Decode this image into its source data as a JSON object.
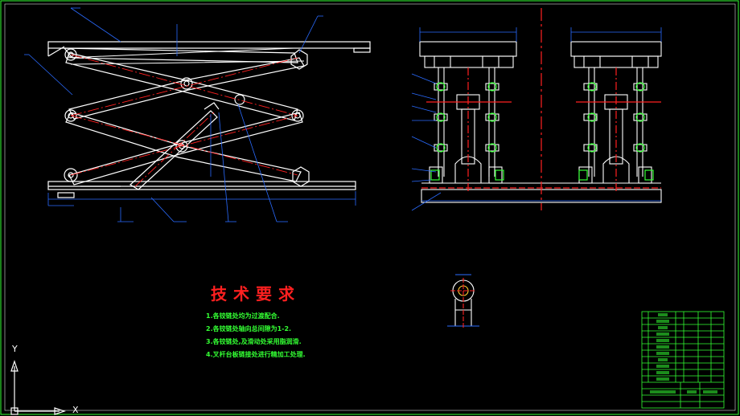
{
  "title": "技术要求",
  "requirements": [
    "1.各铰链处均为过渡配合.",
    "2.各铰链处轴向总间隙为1-2.",
    "3.各铰链处,及滑动处采用脂润滑.",
    "4.叉杆台板链接处进行精加工处理."
  ],
  "axes": {
    "x": "X",
    "y": "Y"
  },
  "colors": {
    "frame": "#33ff33",
    "outline": "#ffffff",
    "center_line": "#ff2020",
    "dimension": "#2a6bff",
    "title": "#ff2020",
    "text": "#33ff33"
  }
}
